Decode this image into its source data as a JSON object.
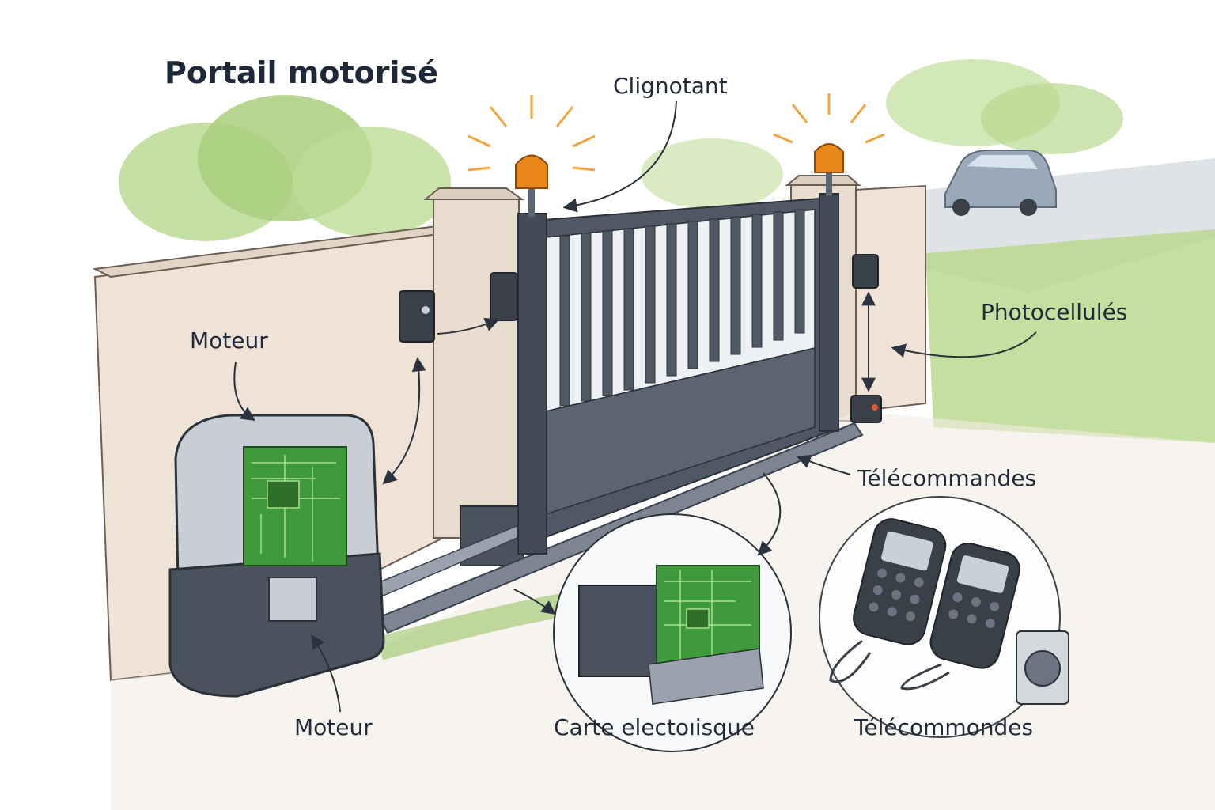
{
  "title": "Portail motorisé",
  "labels": {
    "flasher": "Clignotant",
    "motor_top": "Moteur",
    "photocells": "Photocellulés",
    "remotes_mid": "Télécommandes",
    "motor_bottom": "Moteur",
    "board": "Carte electoıisque",
    "remotes_bottom": "Télécommondes"
  },
  "colors": {
    "wall": "#efe2d6",
    "pillar": "#e8dccf",
    "gate": "#4f5966",
    "gate_dark": "#3b434e",
    "flasher": "#e8871a",
    "pcb": "#3e9a3a",
    "grass": "#8fbf5a",
    "sky_trees": "#a9cf7c",
    "car": "#9aa9ba"
  },
  "icons": [
    "flasher-lamp-icon",
    "photocell-icon",
    "motor-unit-icon",
    "circuit-board-icon",
    "remote-control-icon",
    "wall-keypad-icon",
    "car-icon"
  ]
}
